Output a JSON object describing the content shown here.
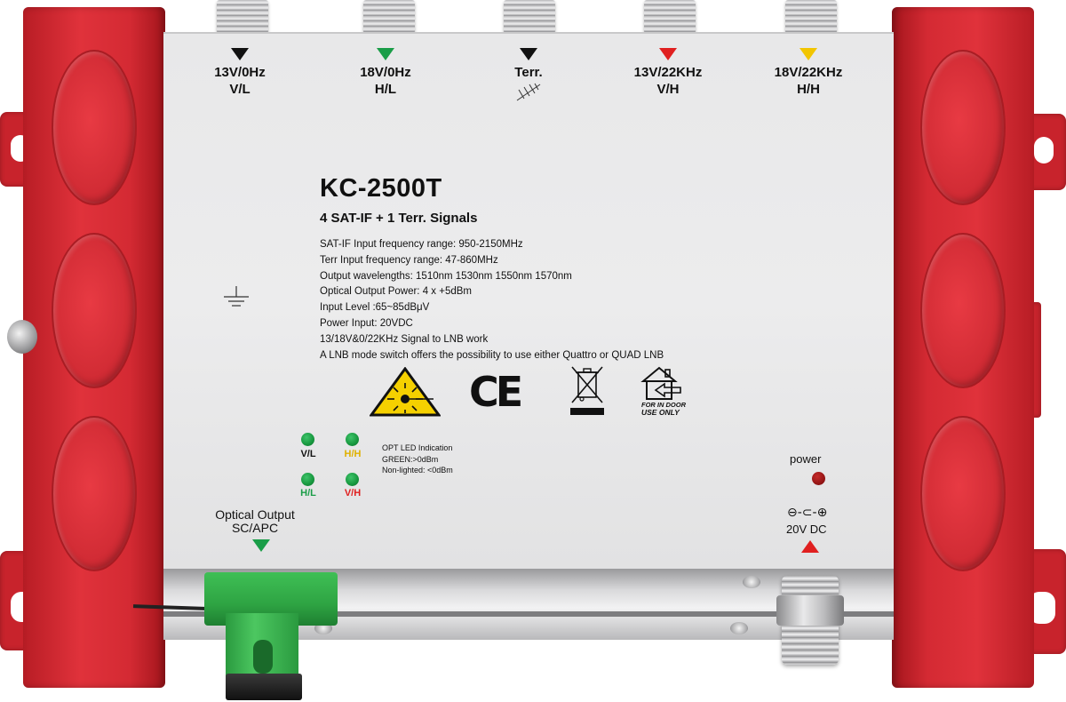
{
  "device": {
    "model": "KC-2500T",
    "subtitle": "4 SAT-IF + 1 Terr. Signals",
    "inputs": [
      {
        "line1": "13V/0Hz",
        "line2": "V/L",
        "marker_color": "#111111"
      },
      {
        "line1": "18V/0Hz",
        "line2": "H/L",
        "marker_color": "#1a9d48"
      },
      {
        "line1": "Terr.",
        "line2": "",
        "marker_color": "#111111"
      },
      {
        "line1": "13V/22KHz",
        "line2": "V/H",
        "marker_color": "#e02020"
      },
      {
        "line1": "18V/22KHz",
        "line2": "H/H",
        "marker_color": "#f2c500"
      }
    ],
    "specs": [
      "SAT-IF Input frequency range: 950-2150MHz",
      "Terr Input frequency range: 47-860MHz",
      "Output wavelengths: 1510nm 1530nm 1550nm 1570nm",
      "Optical Output Power: 4 x +5dBm",
      "Input Level :65~85dBμV",
      "Power Input: 20VDC",
      "13/18V&0/22KHz Signal to LNB work",
      "A LNB mode switch offers the possibility to use either Quattro or QUAD LNB"
    ],
    "compliance": {
      "ce_mark": "CE",
      "indoor_line1": "FOR IN DOOR",
      "indoor_line2": "USE ONLY"
    },
    "leds": [
      {
        "label": "V/L",
        "color": "#111111"
      },
      {
        "label": "H/H",
        "color": "#f2c500"
      },
      {
        "label": "H/L",
        "color": "#1a9d48"
      },
      {
        "label": "V/H",
        "color": "#e02020"
      }
    ],
    "led_note": [
      "OPT LED Indication",
      "GREEN:>0dBm",
      "Non-lighted: <0dBm"
    ],
    "power_label": "power",
    "optical_output": {
      "line1": "Optical Output",
      "line2": "SC/APC"
    },
    "dc_input": {
      "symbol": "⊖-⊂-⊕",
      "label": "20V DC"
    }
  },
  "colors": {
    "housing_red": "#d42a33",
    "panel_grey": "#e8e8e9",
    "led_green": "#16973e",
    "power_led": "#8e1313"
  }
}
